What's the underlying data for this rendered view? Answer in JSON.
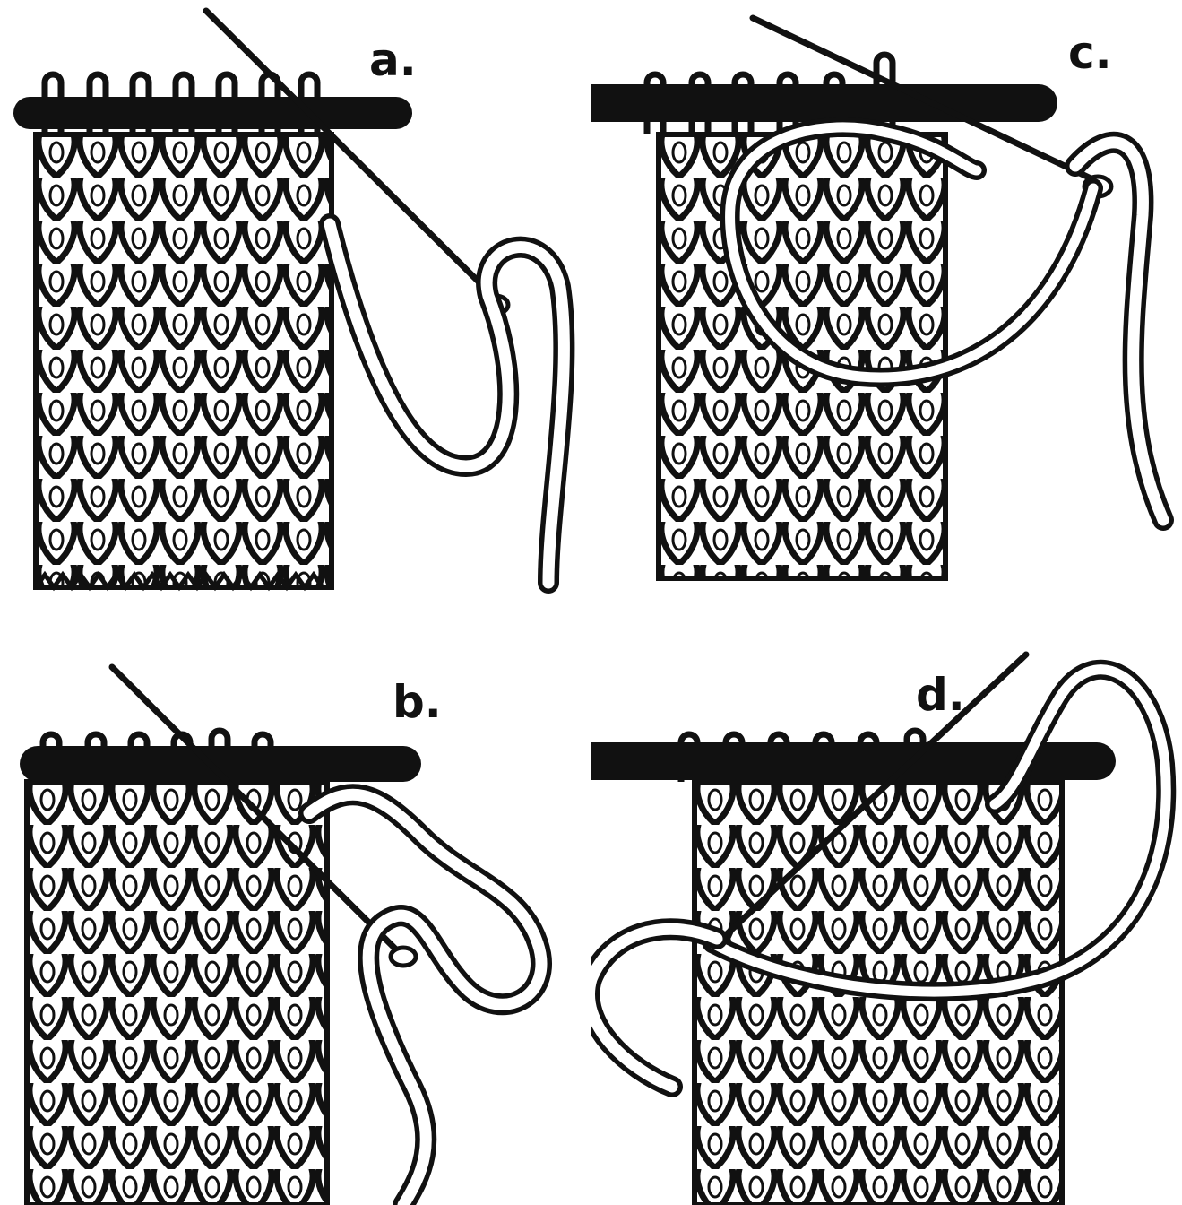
{
  "figure": {
    "panels": [
      {
        "id": "a",
        "label": "a."
      },
      {
        "id": "c",
        "label": "c."
      },
      {
        "id": "b",
        "label": "b."
      },
      {
        "id": "d",
        "label": "d."
      }
    ]
  }
}
